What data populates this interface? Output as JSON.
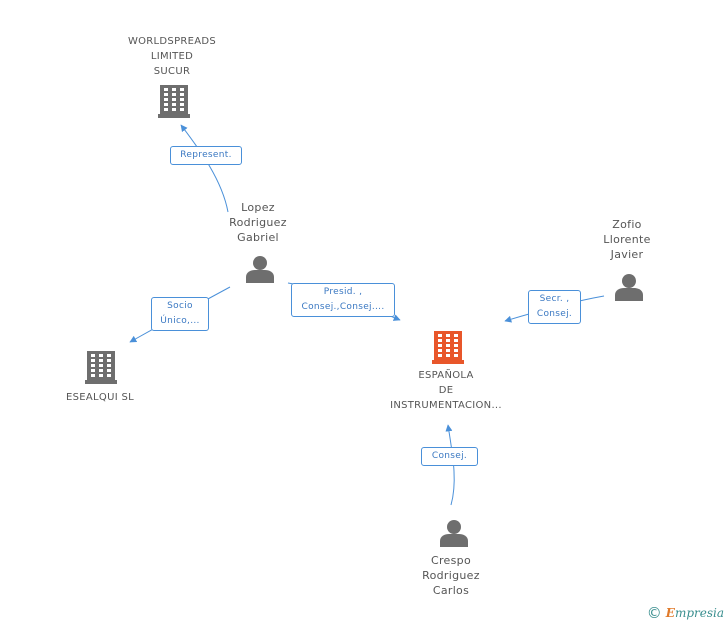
{
  "nodes": {
    "worldspreads": {
      "lines": [
        "WORLDSPREADS",
        "LIMITED",
        "SUCUR"
      ],
      "type": "company",
      "color": "#6e6e6e"
    },
    "lopez": {
      "lines": [
        "Lopez",
        "Rodriguez",
        "Gabriel"
      ],
      "type": "person",
      "color": "#6e6e6e"
    },
    "zofio": {
      "lines": [
        "Zofio",
        "Llorente",
        "Javier"
      ],
      "type": "person",
      "color": "#6e6e6e"
    },
    "esealqui": {
      "lines": [
        "ESEALQUI SL"
      ],
      "type": "company",
      "color": "#6e6e6e"
    },
    "espanola": {
      "lines": [
        "ESPAÑOLA",
        "DE",
        "INSTRUMENTACION..."
      ],
      "type": "company",
      "color": "#e8562a"
    },
    "crespo": {
      "lines": [
        "Crespo",
        "Rodriguez",
        "Carlos"
      ],
      "type": "person",
      "color": "#6e6e6e"
    }
  },
  "edges": {
    "represent": {
      "lines": [
        "Represent."
      ]
    },
    "socio": {
      "lines": [
        "Socio",
        "Único,..."
      ]
    },
    "presid": {
      "lines": [
        "Presid. ,",
        "Consej.,Consej...."
      ]
    },
    "secr": {
      "lines": [
        "Secr. ,",
        "Consej."
      ]
    },
    "consej": {
      "lines": [
        "Consej."
      ]
    }
  },
  "colors": {
    "edge": "#4a90d9",
    "icon_gray": "#6e6e6e",
    "focus": "#e8562a"
  },
  "watermark": {
    "copyright": "©",
    "brand_initial": "E",
    "brand_rest": "mpresia"
  }
}
